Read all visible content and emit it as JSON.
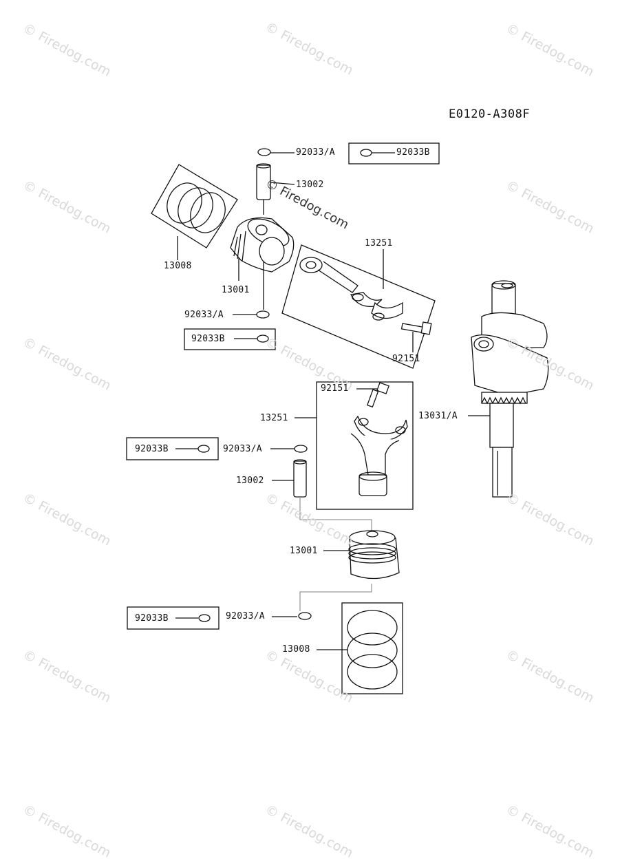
{
  "diagram_code": "E0120-A308F",
  "watermark": "© Firedog.com",
  "parts": {
    "circlip_a_top": "92033/A",
    "circlip_b_top": "92033B",
    "pin_top": "13002",
    "rod_top": "13251",
    "rings_top": "13008",
    "piston_top": "13001",
    "circlip_a_left": "92033/A",
    "circlip_b_left": "92033B",
    "bolt_top": "92151",
    "bolt_mid": "92151",
    "rod_mid": "13251",
    "crankshaft": "13031/A",
    "circlip_b_mid": "92033B",
    "circlip_a_mid": "92033/A",
    "pin_mid": "13002",
    "piston_mid": "13001",
    "circlip_b_bot": "92033B",
    "circlip_a_bot": "92033/A",
    "rings_bot": "13008"
  }
}
